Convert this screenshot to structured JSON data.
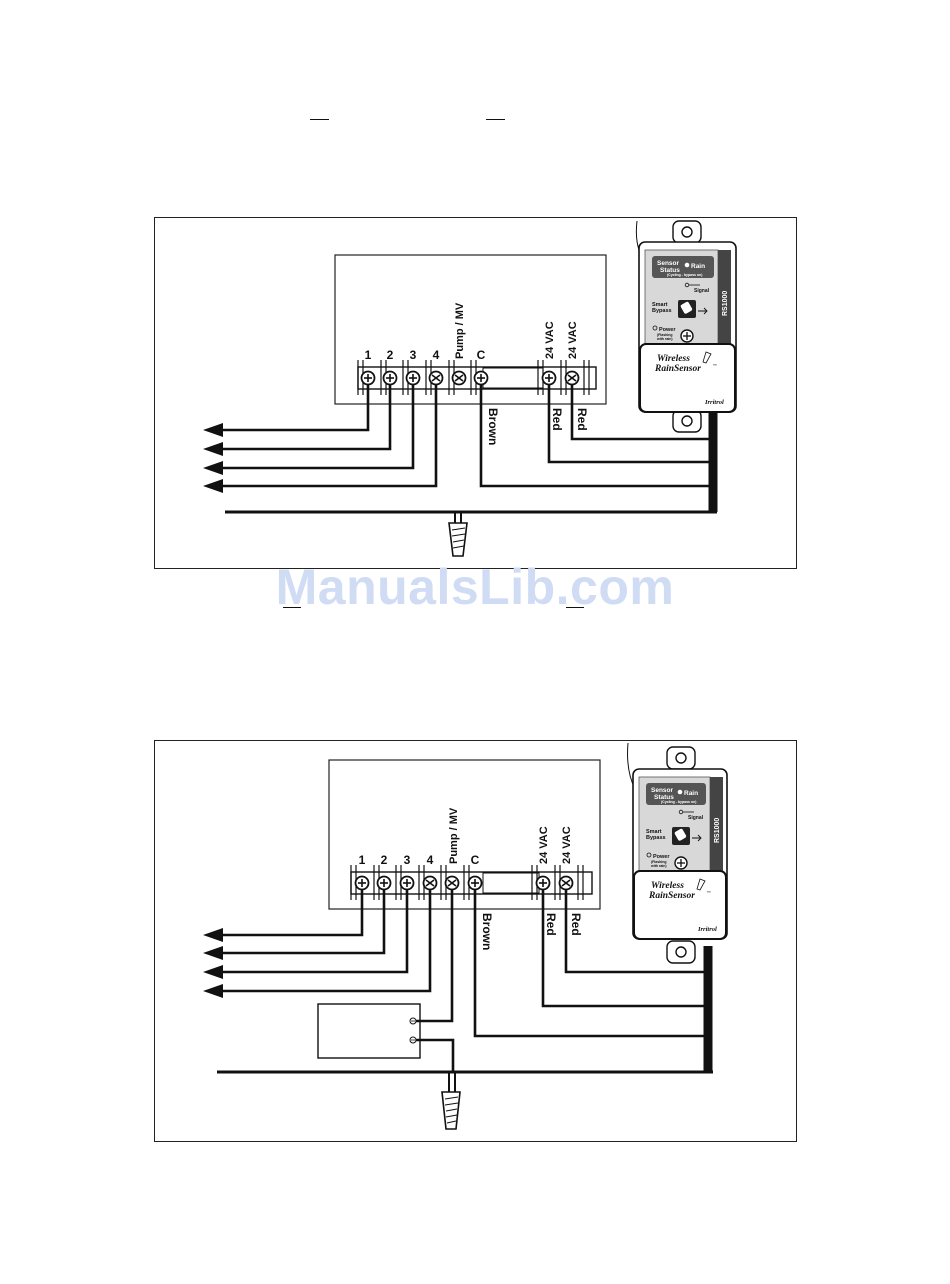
{
  "watermark": "ManualsLib.com",
  "terminals": {
    "z1": "1",
    "z2": "2",
    "z3": "3",
    "z4": "4",
    "pump": "Pump / MV",
    "common": "C",
    "vac1": "24 VAC",
    "vac2": "24 VAC"
  },
  "wires": {
    "brown": "Brown",
    "red1": "Red",
    "red2": "Red"
  },
  "sensor": {
    "status_line1": "Sensor",
    "status_line2": "Status",
    "rain": "Rain",
    "status_note": "(Cycling - bypass on)",
    "signal": "Signal",
    "bypass_line1": "Smart",
    "bypass_line2": "Bypass",
    "power": "Power",
    "power_note1": "(Flashing",
    "power_note2": "with rain)",
    "model": "RS1000",
    "brand_line1": "Wireless",
    "brand_line2": "RainSensor",
    "tm": "™",
    "maker": "Irritrol"
  },
  "colors": {
    "line": "#111111",
    "panel": "#d8d8d8",
    "status_bg": "#555555",
    "watermark": "#cfdcf3"
  }
}
